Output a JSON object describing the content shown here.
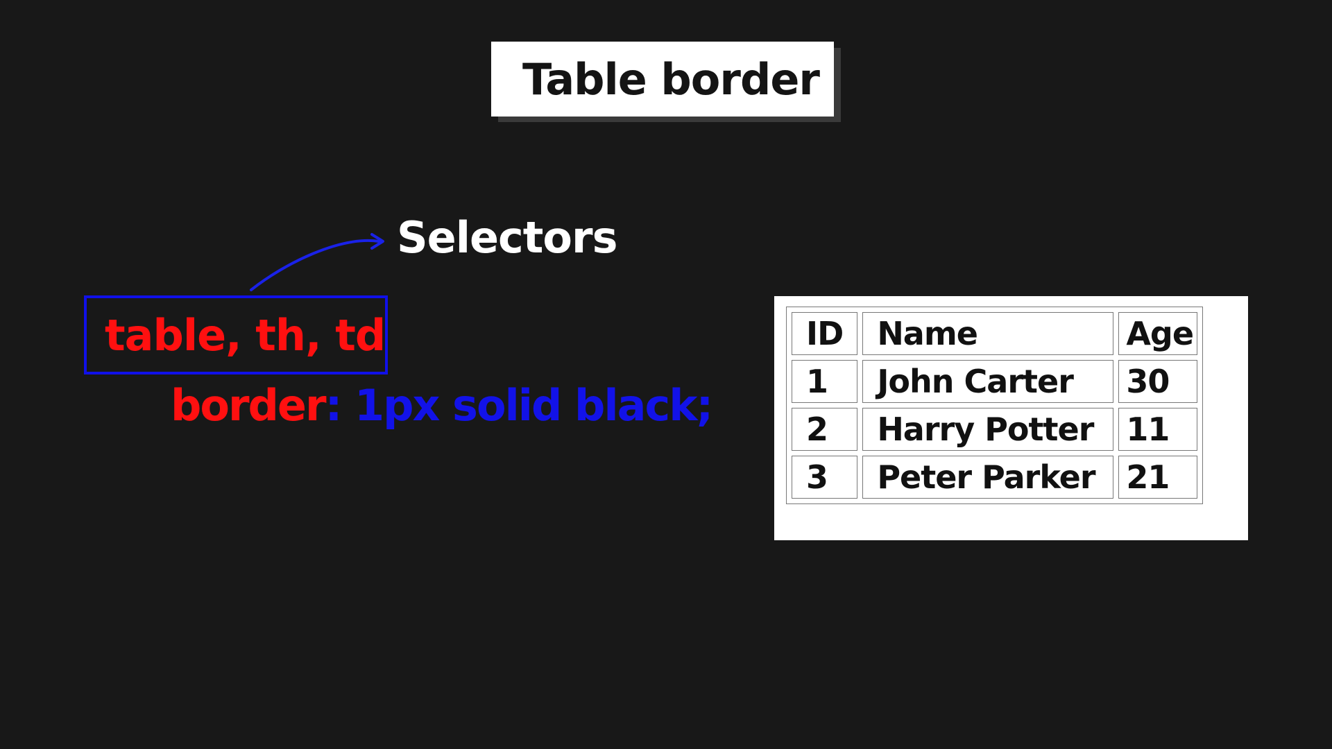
{
  "title": "Table border",
  "selectors_label": "Selectors",
  "selector_text": "table, th, td",
  "declaration": {
    "property": "border",
    "value": ": 1px solid black;"
  },
  "table": {
    "headers": [
      "ID",
      "Name",
      "Age"
    ],
    "rows": [
      [
        "1",
        "John Carter",
        "30"
      ],
      [
        "2",
        "Harry Potter",
        "11"
      ],
      [
        "3",
        "Peter Parker",
        "21"
      ]
    ]
  },
  "colors": {
    "background": "#181818",
    "selector_red": "#ff1010",
    "value_blue": "#1212e8",
    "box_blue": "#1010e8"
  }
}
